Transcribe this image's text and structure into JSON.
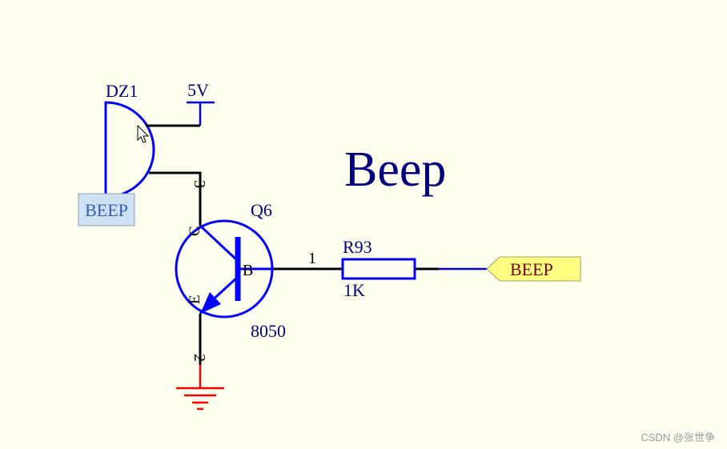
{
  "schematic": {
    "title": "Beep",
    "buzzer": {
      "designator": "DZ1",
      "net_label": "BEEP",
      "supply_label": "5V"
    },
    "transistor": {
      "designator": "Q6",
      "part": "8050",
      "pin_c": "C",
      "pin_b": "B",
      "pin_e": "E",
      "pin3": "3",
      "pin2": "2",
      "pin1": "1"
    },
    "resistor": {
      "designator": "R93",
      "value": "1K"
    },
    "port": {
      "label": "BEEP"
    }
  },
  "watermark": "CSDN @张世争",
  "colors": {
    "background": "#ffffef",
    "component": "#0000ff",
    "text": "#000080",
    "wire": "#000000",
    "ground": "#ff0000",
    "port_fill": "#ffff80",
    "port_text": "#800000",
    "net_box_fill": "#cfe2f3"
  }
}
